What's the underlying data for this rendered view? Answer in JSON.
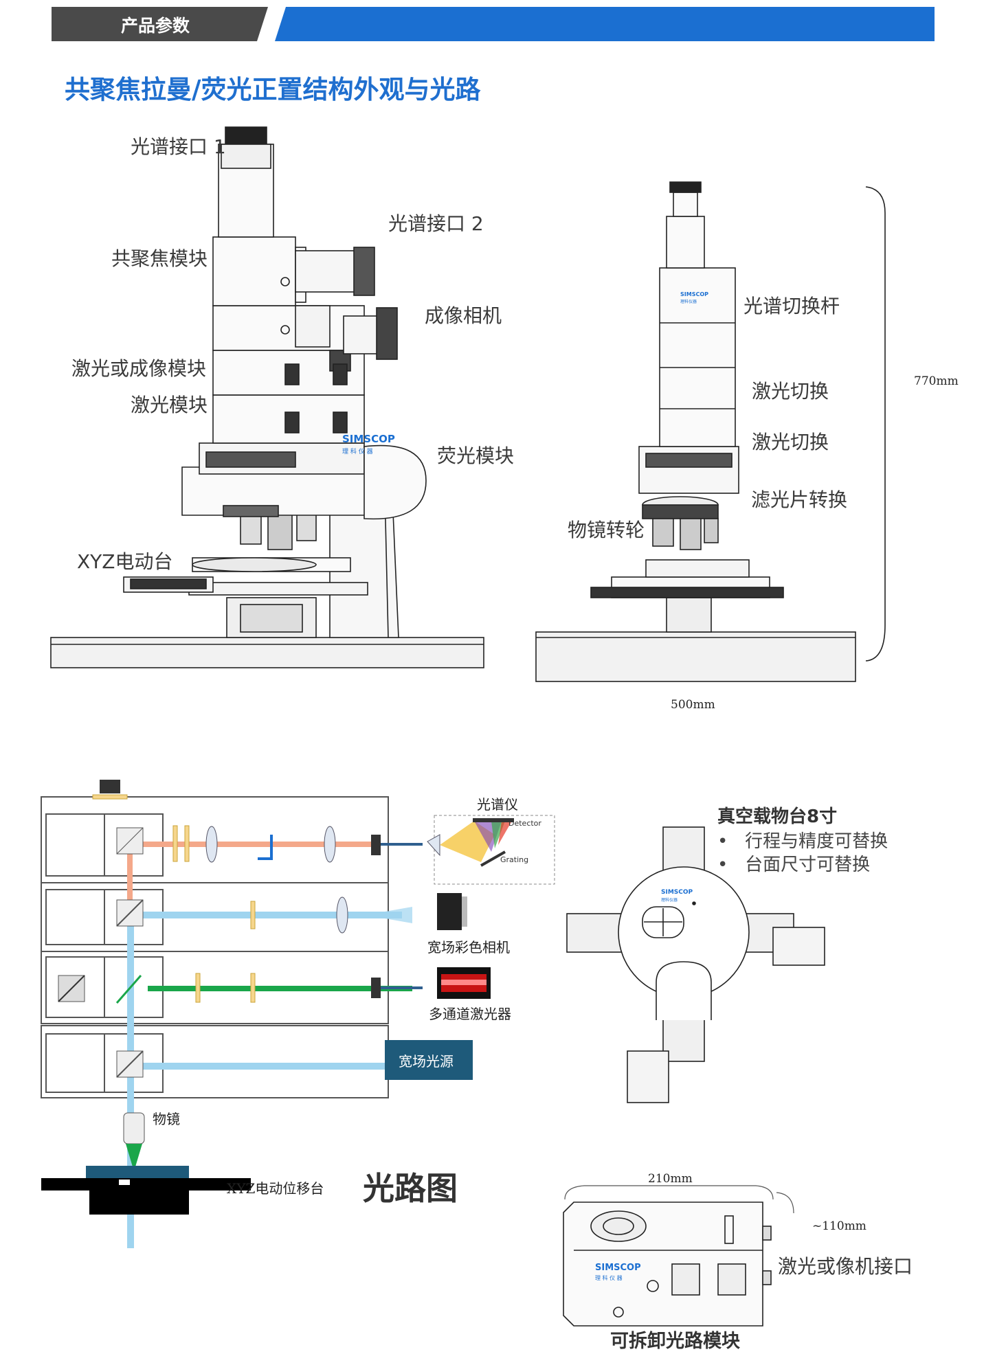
{
  "header": {
    "section_tag": "产品参数",
    "title": "共聚焦拉曼/荧光正置结构外观与光路"
  },
  "front_view": {
    "labels": {
      "port1": "光谱接口 1",
      "port2": "光谱接口 2",
      "confocal": "共聚焦模块",
      "camera": "成像相机",
      "laser_or_imaging": "激光或成像模块",
      "laser": "激光模块",
      "fluorescence": "荧光模块",
      "stage": "XYZ电动台"
    },
    "brand": "SIMSCOP",
    "brand_sub": "理 科 仪 器"
  },
  "side_view": {
    "labels": {
      "spectral_switch": "光谱切换杆",
      "laser_switch_1": "激光切换",
      "laser_switch_2": "激光切换",
      "filter_switch": "滤光片转换",
      "turret": "物镜转轮"
    },
    "height": "770mm",
    "width": "500mm",
    "brand": "SIMSCOP",
    "brand_sub": "理科仪器"
  },
  "optical_diagram": {
    "spectrometer": "光谱仪",
    "detector": "Detector",
    "grating": "Grating",
    "color_camera": "宽场彩色相机",
    "laser_source": "多通道激光器",
    "light_source": "宽场光源",
    "objective": "物镜",
    "stage": "XYZ电动位移台",
    "caption": "光路图",
    "colors": {
      "orange": "#f4a88a",
      "blue": "#9fd4ef",
      "green": "#1aa64a",
      "header_blue": "#1b6fd1",
      "title_blue": "#1f6fcf"
    }
  },
  "vacuum_stage": {
    "title": "真空载物台8寸",
    "bullets": [
      "行程与精度可替换",
      "台面尺寸可替换"
    ],
    "brand": "SIMSCOP",
    "brand_sub": "理科仪器"
  },
  "module": {
    "width": "210mm",
    "height": "~110mm",
    "interface": "激光或像机接口",
    "caption": "可拆卸光路模块",
    "brand": "SIMSCOP",
    "brand_sub": "理 科 仪 器"
  }
}
